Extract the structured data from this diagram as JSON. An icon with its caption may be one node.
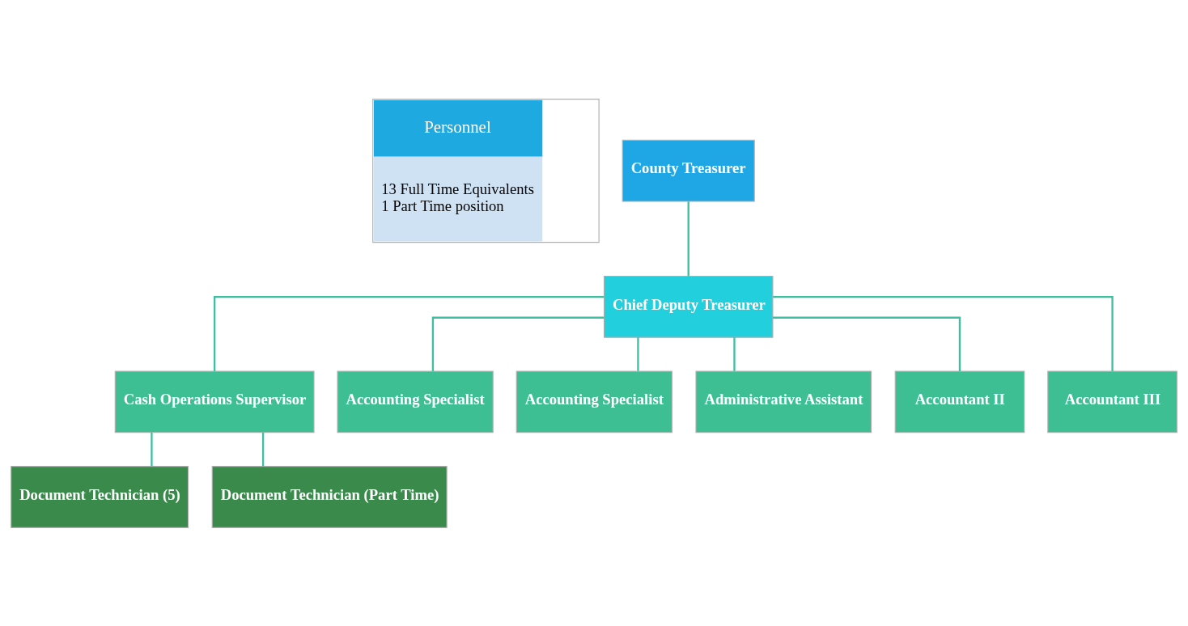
{
  "diagram": {
    "nodes": [
      {
        "text": [
          "Personnel",
          "13 Full Time Equivalents",
          "1 Part Time position"
        ]
      },
      {
        "text": [
          "County Treasurer"
        ]
      },
      {
        "text": [
          "Chief Deputy Treasurer"
        ]
      },
      {
        "text": [
          "Cash Operations Supervisor"
        ]
      },
      {
        "text": [
          "Accounting Specialist"
        ]
      },
      {
        "text": [
          "Accounting Specialist"
        ]
      },
      {
        "text": [
          "Administrative Assistant"
        ]
      },
      {
        "text": [
          "Accountant II"
        ]
      },
      {
        "text": [
          "Accountant III"
        ]
      },
      {
        "text": [
          "Document Technician (5)"
        ]
      },
      {
        "text": [
          "Document Technician (Part Time)"
        ]
      }
    ],
    "edges": [
      {
        "from": 1,
        "to": 2,
        "arrow": "none"
      },
      {
        "from": 2,
        "to": 3,
        "arrow": "none"
      },
      {
        "from": 2,
        "to": 4,
        "arrow": "none"
      },
      {
        "from": 2,
        "to": 5,
        "arrow": "none"
      },
      {
        "from": 2,
        "to": 6,
        "arrow": "none"
      },
      {
        "from": 2,
        "to": 7,
        "arrow": "none"
      },
      {
        "from": 2,
        "to": 8,
        "arrow": "none"
      },
      {
        "from": 3,
        "to": 9,
        "arrow": "none"
      },
      {
        "from": 3,
        "to": 10,
        "arrow": "none"
      }
    ]
  }
}
